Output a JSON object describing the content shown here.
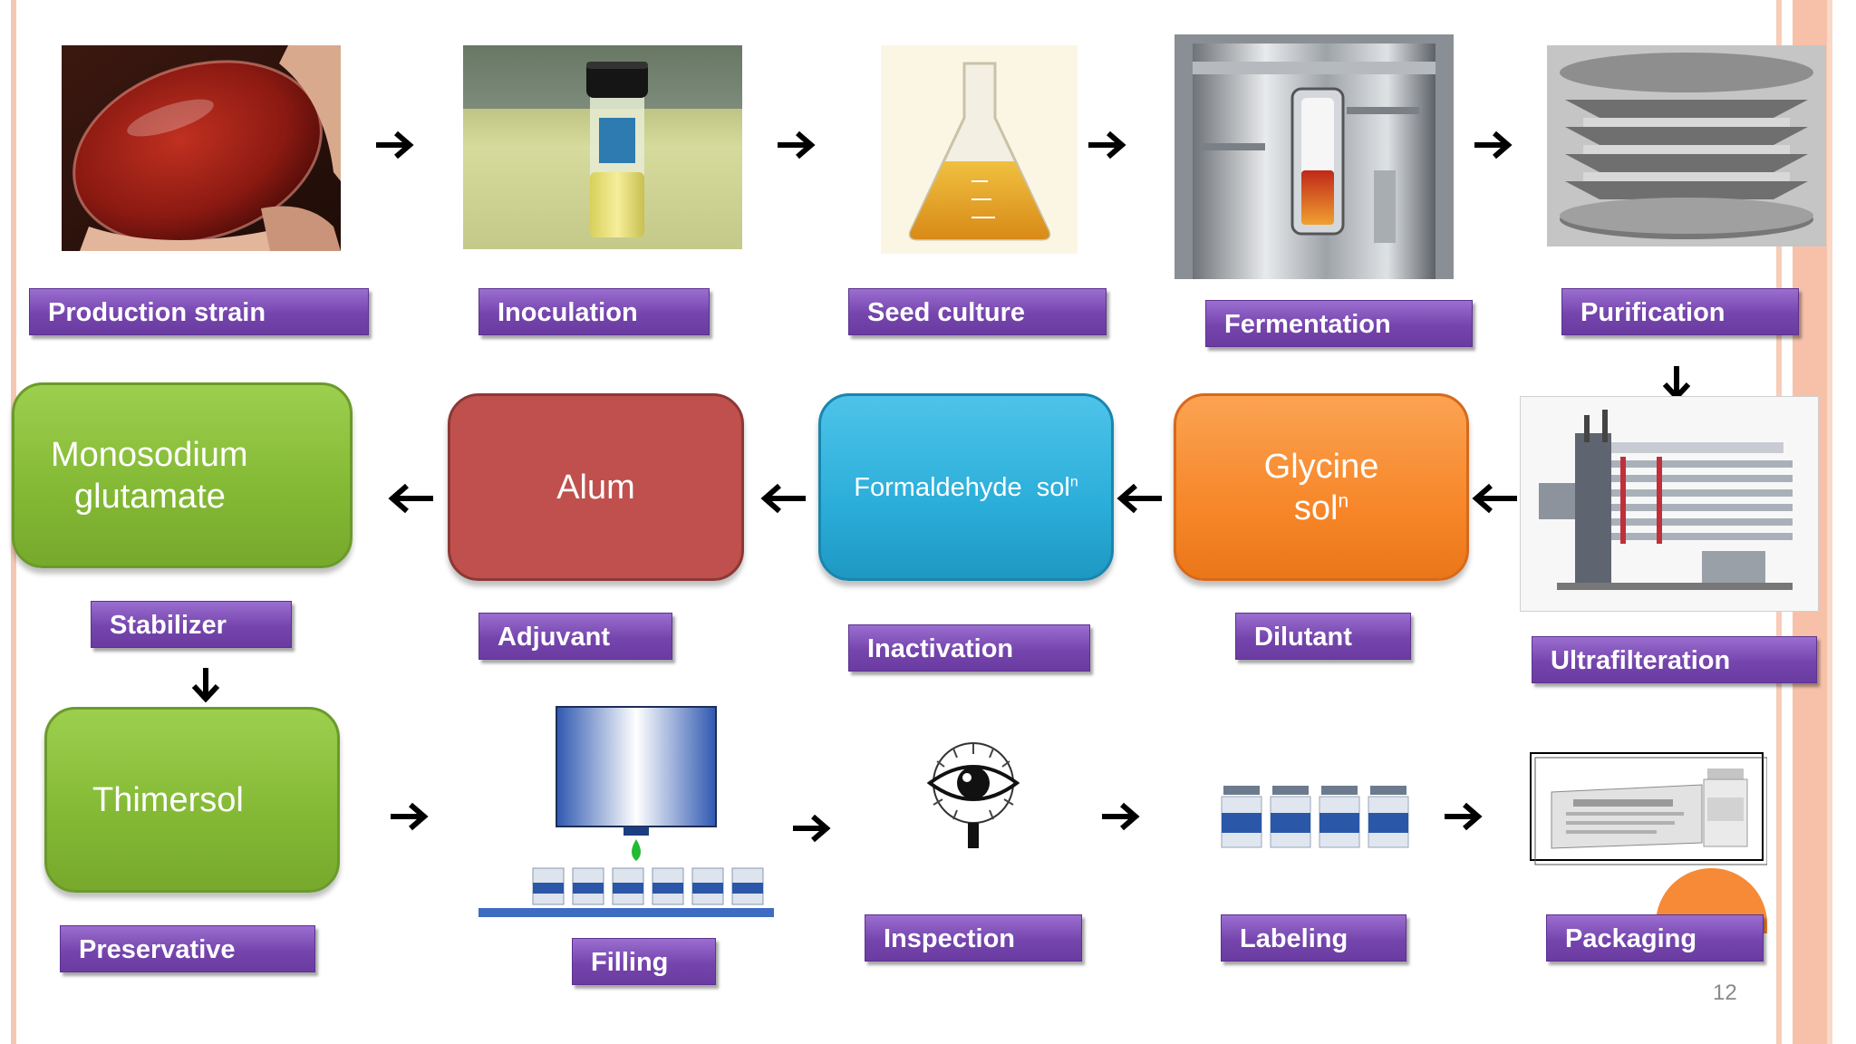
{
  "steps": {
    "production_strain": "Production strain",
    "inoculation": "Inoculation",
    "seed_culture": "Seed culture",
    "fermentation": "Fermentation",
    "purification": "Purification",
    "ultrafilteration": "Ultrafilteration",
    "dilutant": "Dilutant",
    "inactivation": "Inactivation",
    "adjuvant": "Adjuvant",
    "stabilizer": "Stabilizer",
    "preservative": "Preservative",
    "filling": "Filling",
    "inspection": "Inspection",
    "labeling": "Labeling",
    "packaging": "Packaging"
  },
  "boxes": {
    "msg_line1": "Monosodium",
    "msg_line2": "glutamate",
    "alum": "Alum",
    "formaldehyde": "Formaldehyde  sol",
    "formaldehyde_sup": "n",
    "glycine_line1": "Glycine",
    "glycine_line2": "sol",
    "glycine_sup": "n",
    "thimersol": "Thimersol"
  },
  "page_number": "12",
  "colors": {
    "label_purple": "#7545ad",
    "green": "#83b834",
    "red": "#c0504d",
    "blue": "#2aaed9",
    "orange": "#f7872a"
  },
  "icons": [
    "petri-dish-icon",
    "culture-tube-icon",
    "flask-icon",
    "fermenter-icon",
    "filter-stack-icon",
    "ultrafiltration-unit-icon",
    "filling-machine-icon",
    "eye-icon",
    "vials-icon",
    "package-icon",
    "arrow-right-icon",
    "arrow-left-icon",
    "arrow-down-icon"
  ]
}
